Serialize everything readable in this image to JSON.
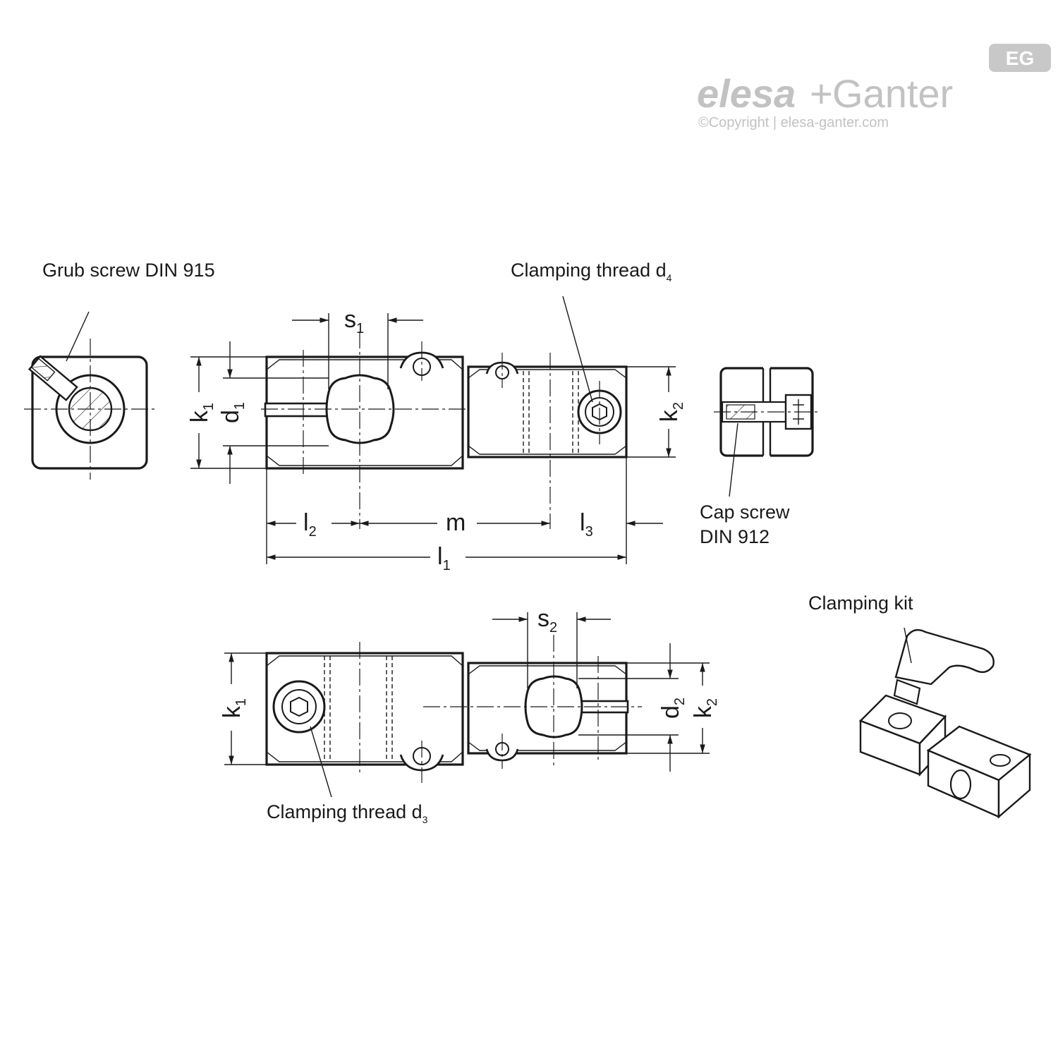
{
  "logo": {
    "mark": "EG",
    "brand_left": "elesa",
    "brand_plus": "+",
    "brand_right": "Ganter",
    "copyright": "©Copyright | elesa-ganter.com"
  },
  "labels": {
    "grub_screw": "Grub screw DIN 915",
    "clamping_thread_d4_main": "Clamping thread d",
    "clamping_thread_d4_sub": "4",
    "cap_screw_line1": "Cap screw",
    "cap_screw_line2": "DIN 912",
    "clamping_kit": "Clamping kit",
    "clamping_thread_d3_main": "Clamping thread d",
    "clamping_thread_d3_sub": "3"
  },
  "dimensions": {
    "s1": {
      "main": "s",
      "sub": "1"
    },
    "s2": {
      "main": "s",
      "sub": "2"
    },
    "k1_top": {
      "main": "k",
      "sub": "1"
    },
    "d1": {
      "main": "d",
      "sub": "1"
    },
    "k2_top": {
      "main": "k",
      "sub": "2"
    },
    "l2": {
      "main": "l",
      "sub": "2"
    },
    "m": {
      "main": "m",
      "sub": ""
    },
    "l3": {
      "main": "l",
      "sub": "3"
    },
    "l1": {
      "main": "l",
      "sub": "1"
    },
    "k1_bottom": {
      "main": "k",
      "sub": "1"
    },
    "d2": {
      "main": "d",
      "sub": "2"
    },
    "k2_bottom": {
      "main": "k",
      "sub": "2"
    }
  }
}
